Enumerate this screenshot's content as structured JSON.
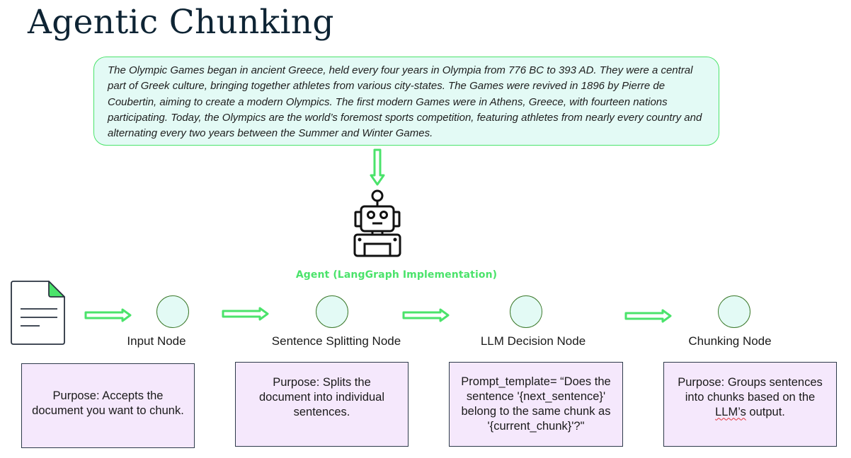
{
  "title": "Agentic Chunking",
  "source_text": "The Olympic Games began in ancient Greece, held every four years in Olympia from 776 BC to 393 AD. They were a central part of Greek culture, bringing together athletes from various city-states. The Games were revived in 1896 by Pierre de Coubertin, aiming to create a modern Olympics. The first modern Games were in Athens, Greece, with fourteen nations participating. Today, the Olympics are the world’s foremost sports competition, featuring athletes from nearly every country and alternating every two years between the Summer and Winter Games.",
  "agent": {
    "icon": "robot-icon",
    "label": "Agent (LangGraph Implementation)"
  },
  "input_icon": "document-icon",
  "nodes": [
    {
      "label": "Input Node",
      "purpose": "Purpose: Accepts the document you want to chunk."
    },
    {
      "label": "Sentence Splitting Node",
      "purpose": "Purpose: Splits the document into individual sentences."
    },
    {
      "label": "LLM Decision Node",
      "purpose": "Prompt_template= “Does the sentence '{next_sentence}' belong to the same chunk as '{current_chunk}'?\""
    },
    {
      "label": "Chunking Node",
      "purpose_before": "Purpose: Groups sentences into chunks based on the ",
      "purpose_flagged": "LLM’s",
      "purpose_after": " output."
    }
  ],
  "colors": {
    "accent_green": "#4be36b",
    "title_navy": "#0e2434",
    "node_fill": "#e3faf5",
    "node_stroke": "#3d7a2c",
    "purpose_fill": "#f5e8fc"
  }
}
